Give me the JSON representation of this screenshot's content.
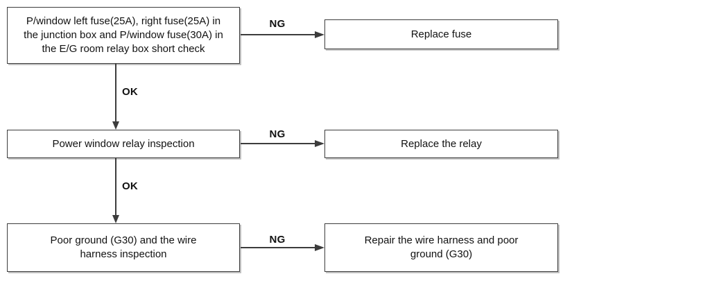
{
  "flowchart": {
    "colors": {
      "line": "#3c3c3c",
      "text": "#111111",
      "box_background": "#ffffff",
      "page_background": "#ffffff"
    },
    "steps": [
      {
        "box": {
          "lines": [
            "P/window left fuse(25A), right fuse(25A) in",
            "the junction box and P/window fuse(30A) in",
            "the E/G room relay box short check"
          ]
        },
        "ng_label": "NG",
        "ng_result": {
          "lines": [
            "Replace fuse"
          ]
        },
        "ok_label": "OK"
      },
      {
        "box": {
          "lines": [
            "Power window relay inspection"
          ]
        },
        "ng_label": "NG",
        "ng_result": {
          "lines": [
            "Replace the relay"
          ]
        },
        "ok_label": "OK"
      },
      {
        "box": {
          "lines": [
            "Poor ground (G30) and the wire",
            "harness inspection"
          ]
        },
        "ng_label": "NG",
        "ng_result": {
          "lines": [
            "Repair the wire harness and poor",
            "ground (G30)"
          ]
        }
      }
    ]
  }
}
